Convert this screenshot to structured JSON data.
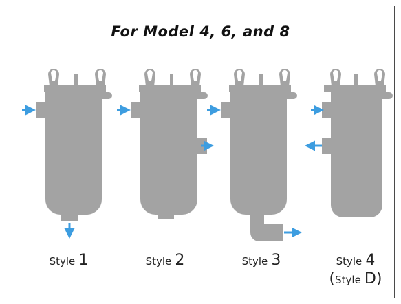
{
  "title": "For Model 4, 6, and 8",
  "colors": {
    "body": "#a3a3a3",
    "arrow": "#3d9de0",
    "frame": "#4a4a4a"
  },
  "styles": [
    {
      "prefix": "Style",
      "number": "1"
    },
    {
      "prefix": "Style",
      "number": "2"
    },
    {
      "prefix": "Style",
      "number": "3"
    },
    {
      "prefix": "Style",
      "number": "4",
      "alt_open": "(",
      "alt_prefix": "Style",
      "alt_letter": "D",
      "alt_close": ")"
    }
  ]
}
